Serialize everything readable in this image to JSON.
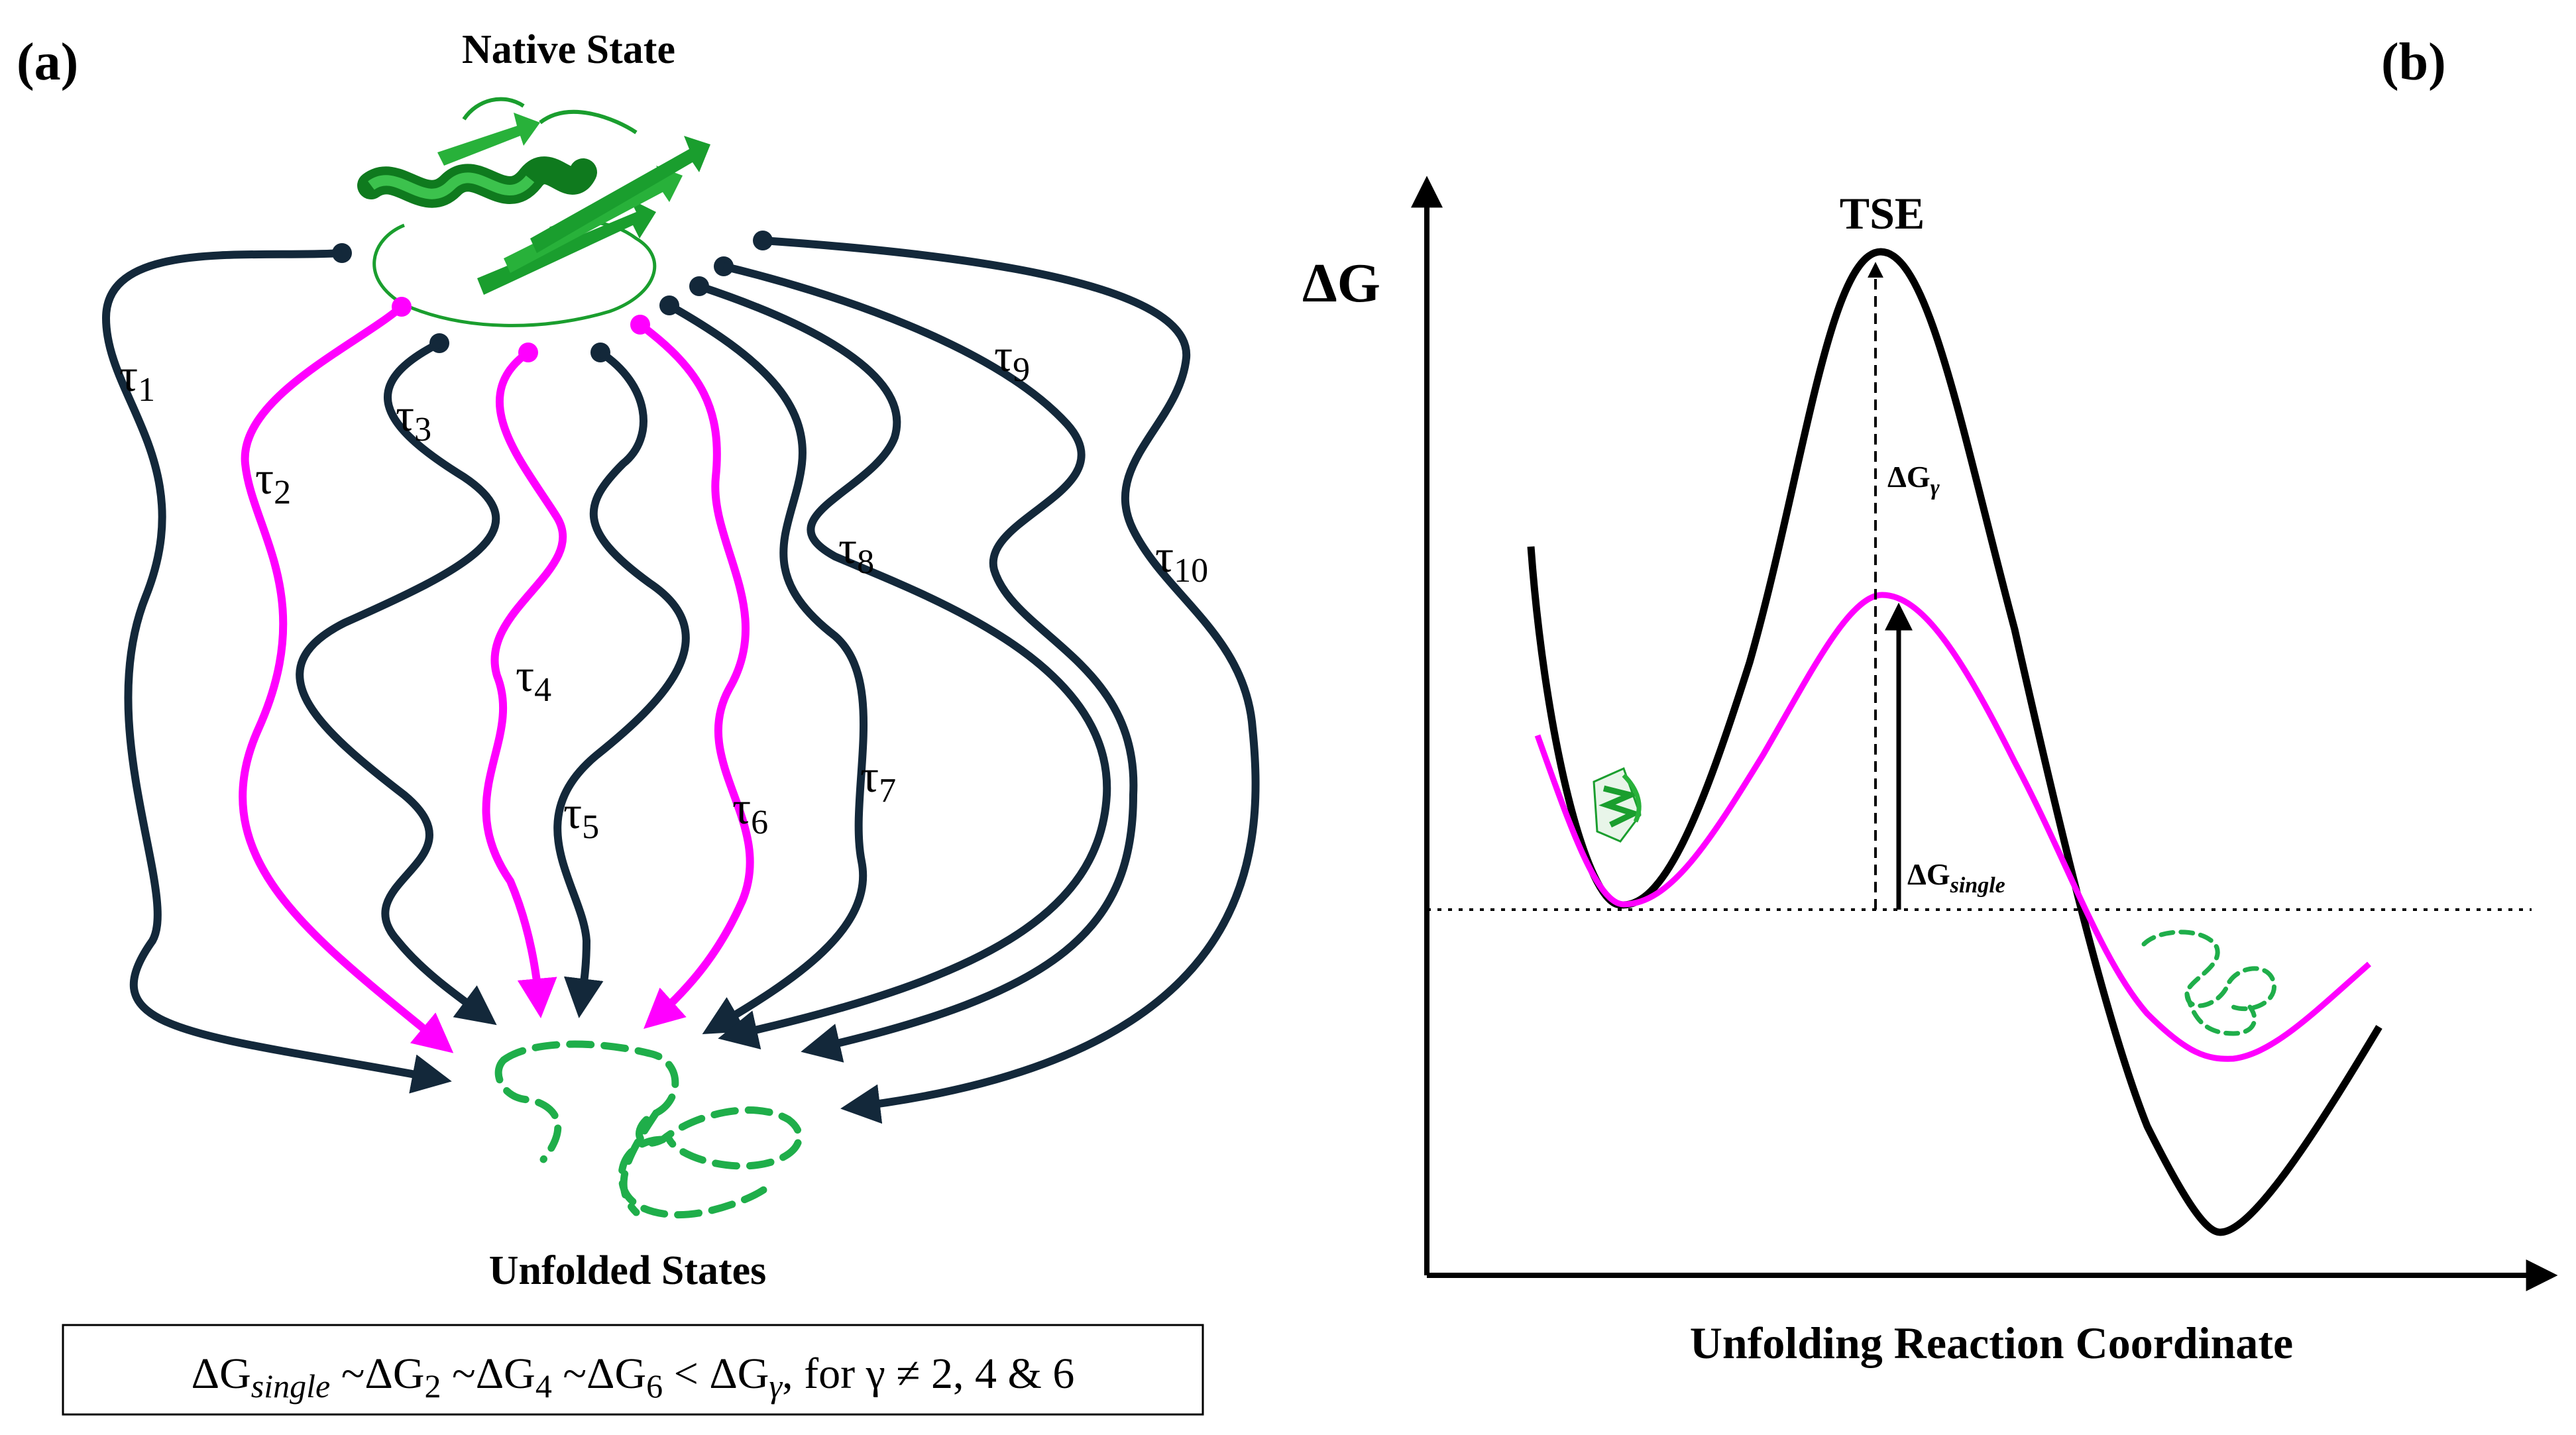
{
  "panel_a": {
    "label": "(a)",
    "native_state": "Native State",
    "unfolded_states": "Unfolded States",
    "tau_symbol": "τ",
    "paths": [
      {
        "sub": "1",
        "color": "#13283a"
      },
      {
        "sub": "2",
        "color": "#ff00ff"
      },
      {
        "sub": "3",
        "color": "#13283a"
      },
      {
        "sub": "4",
        "color": "#ff00ff"
      },
      {
        "sub": "5",
        "color": "#13283a"
      },
      {
        "sub": "6",
        "color": "#ff00ff"
      },
      {
        "sub": "7",
        "color": "#13283a"
      },
      {
        "sub": "8",
        "color": "#13283a"
      },
      {
        "sub": "9",
        "color": "#13283a"
      },
      {
        "sub": "10",
        "color": "#13283a"
      }
    ],
    "equation": {
      "d1": "ΔG",
      "s1": "single",
      "t2": " ~ΔG",
      "s2": "2",
      "t3": " ~ΔG",
      "s3": "4",
      "t4": " ~ΔG",
      "s4": "6",
      "t5": " < ΔG",
      "s5": "γ",
      "t6": ", for γ ≠ 2, 4 & 6"
    }
  },
  "panel_b": {
    "label": "(b)",
    "y_axis_label": "ΔG",
    "x_axis_label": "Unfolding Reaction Coordinate",
    "tse_label": "TSE",
    "dg_gamma": {
      "main": "ΔG",
      "sub": "γ"
    },
    "dg_single": {
      "main": "ΔG",
      "sub": "single"
    },
    "curve_colors": {
      "multi": "#000000",
      "single": "#ff00ff"
    },
    "protein_color": "#1a9e2e",
    "unfolded_color": "#1fae4a"
  }
}
